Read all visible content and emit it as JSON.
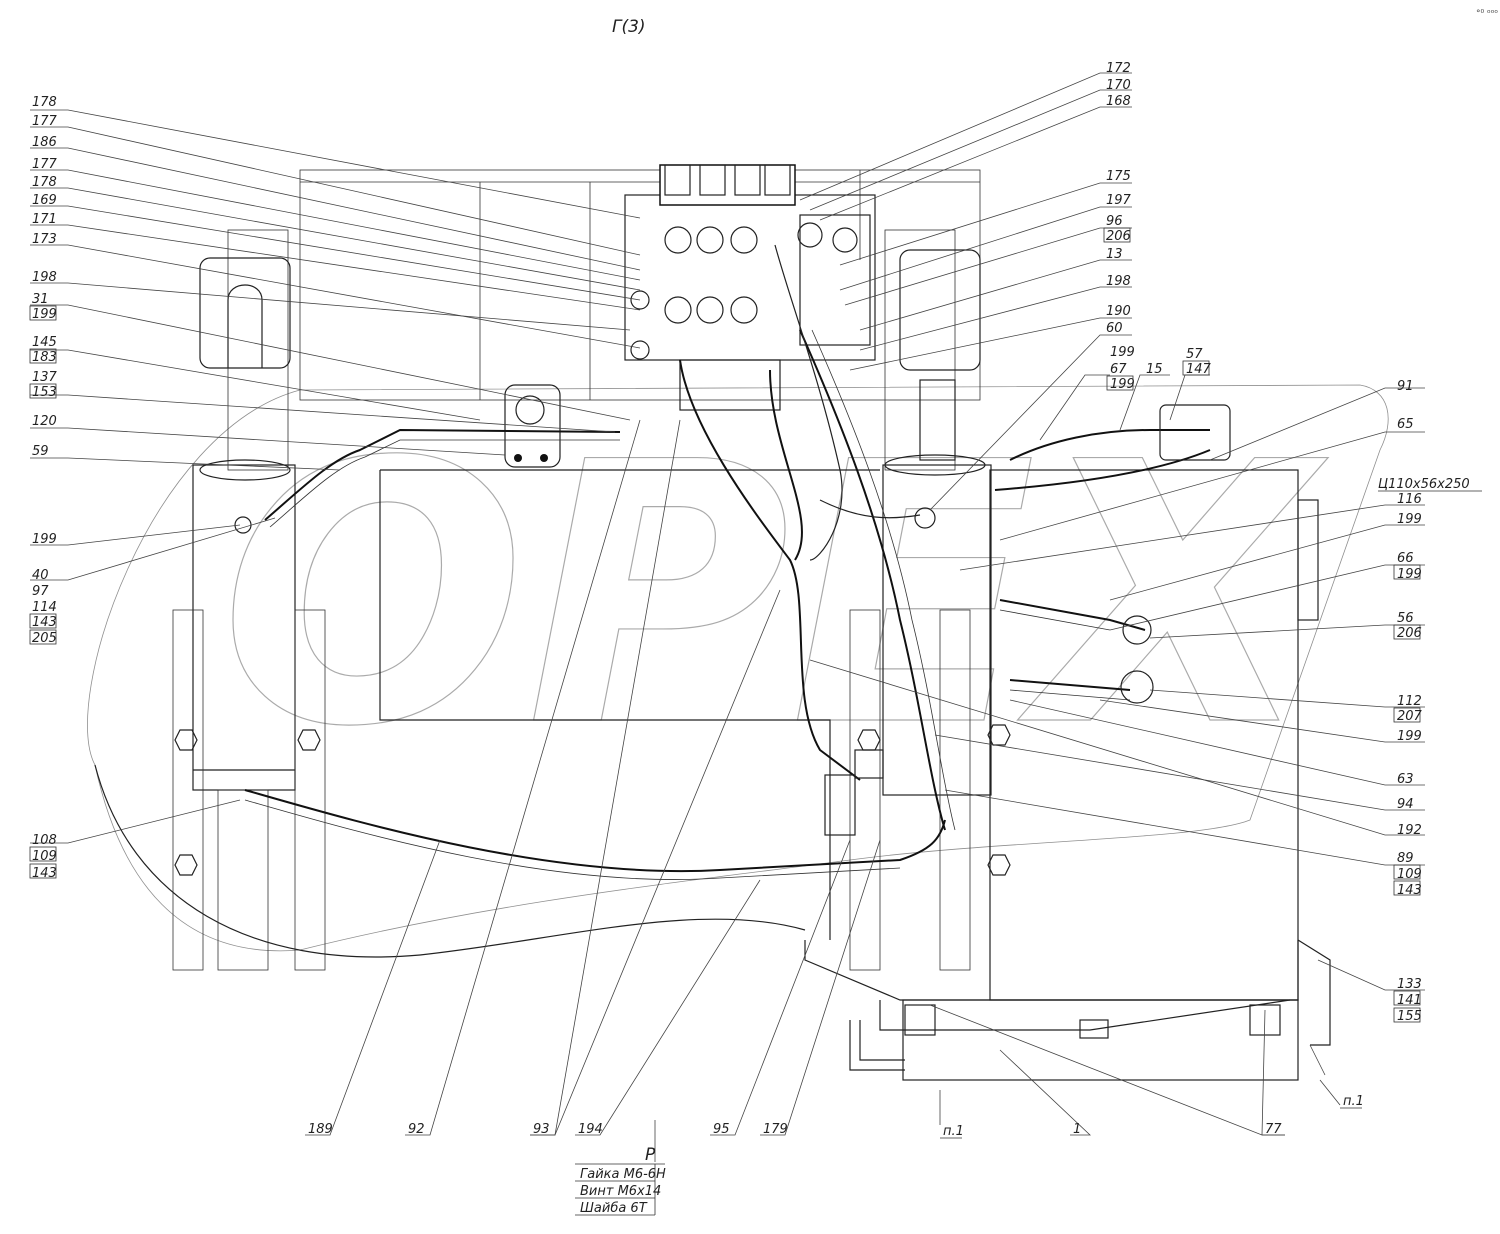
{
  "view_title": "Г(3)",
  "watermark": "OPEX",
  "dimension_label": "Ц110х56х250",
  "section_mark": "P",
  "fastener_list": [
    "Гайка М6-6Н",
    "Винт М6х14",
    "Шайба 6Т"
  ],
  "point_label": "п.1",
  "callouts_left": [
    [
      "178"
    ],
    [
      "177"
    ],
    [
      "186"
    ],
    [
      "177"
    ],
    [
      "178"
    ],
    [
      "169"
    ],
    [
      "171"
    ],
    [
      "173"
    ],
    [
      "198"
    ],
    [
      "31",
      "199"
    ],
    [
      "145",
      "183"
    ],
    [
      "137",
      "153"
    ],
    [
      "120"
    ],
    [
      "59"
    ],
    [
      "199"
    ],
    [
      "40",
      "97",
      "114",
      "143",
      "205"
    ],
    [
      "108",
      "109",
      "143"
    ]
  ],
  "callouts_right": [
    [
      "172",
      "170",
      "168"
    ],
    [
      "175"
    ],
    [
      "197"
    ],
    [
      "96",
      "206"
    ],
    [
      "13"
    ],
    [
      "198"
    ],
    [
      "190"
    ],
    [
      "60"
    ],
    [
      "199",
      "67",
      "199"
    ],
    [
      "15"
    ],
    [
      "57",
      "147"
    ],
    [
      "91"
    ],
    [
      "65"
    ],
    [
      "116"
    ],
    [
      "199"
    ],
    [
      "66",
      "199"
    ],
    [
      "56",
      "206"
    ],
    [
      "112",
      "207"
    ],
    [
      "199"
    ],
    [
      "63"
    ],
    [
      "94"
    ],
    [
      "192"
    ],
    [
      "89",
      "109",
      "143"
    ],
    [
      "133",
      "141",
      "155"
    ]
  ],
  "callouts_bottom": [
    "189",
    "92",
    "93",
    "194",
    "95",
    "179",
    "1",
    "77"
  ]
}
